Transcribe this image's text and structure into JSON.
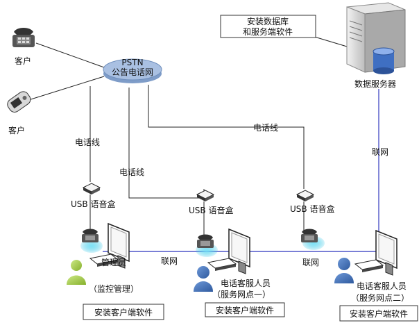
{
  "labels": {
    "customer_1": "客户",
    "customer_2": "客户",
    "pstn_line1": "PSTN",
    "pstn_line2": "公告电话网",
    "db_note_line1": "安装数据库",
    "db_note_line2": "和服务端软件",
    "server": "数据服务器",
    "phone_line_a": "电话线",
    "phone_line_b": "电话线",
    "phone_line_c": "电话线",
    "lan_vertical": "联网",
    "usb_box_1": "USB 语音盒",
    "usb_box_2": "USB 语音盒",
    "usb_box_3": "USB 语音盒",
    "lan_1": "联网",
    "lan_2": "联网",
    "admin_line1": "管理员",
    "admin_line2": "（监控管理）",
    "agent1_line1": "电话客服人员",
    "agent1_line2": "（服务网点一）",
    "agent2_line1": "电话客服人员",
    "agent2_line2": "（服务网点二）",
    "client_sw_1": "安装客户端软件",
    "client_sw_2": "安装客户端软件",
    "client_sw_3": "安装客户端软件"
  },
  "icons": {
    "desk_phone": "telephone-icon",
    "mobile_phone": "mobile-phone-icon",
    "cloud": "pstn-network-icon",
    "server": "server-tower-icon",
    "usb_box": "usb-voice-box-icon",
    "workstation": "workstation-icon",
    "person": "person-icon"
  },
  "colors": {
    "lan_line": "#4f55c8",
    "pstn_ellipse": "#9db5d8",
    "person_admin": "#a8d04a",
    "person_agent": "#3a6bb0",
    "phone_glow": "#34c6e6"
  }
}
